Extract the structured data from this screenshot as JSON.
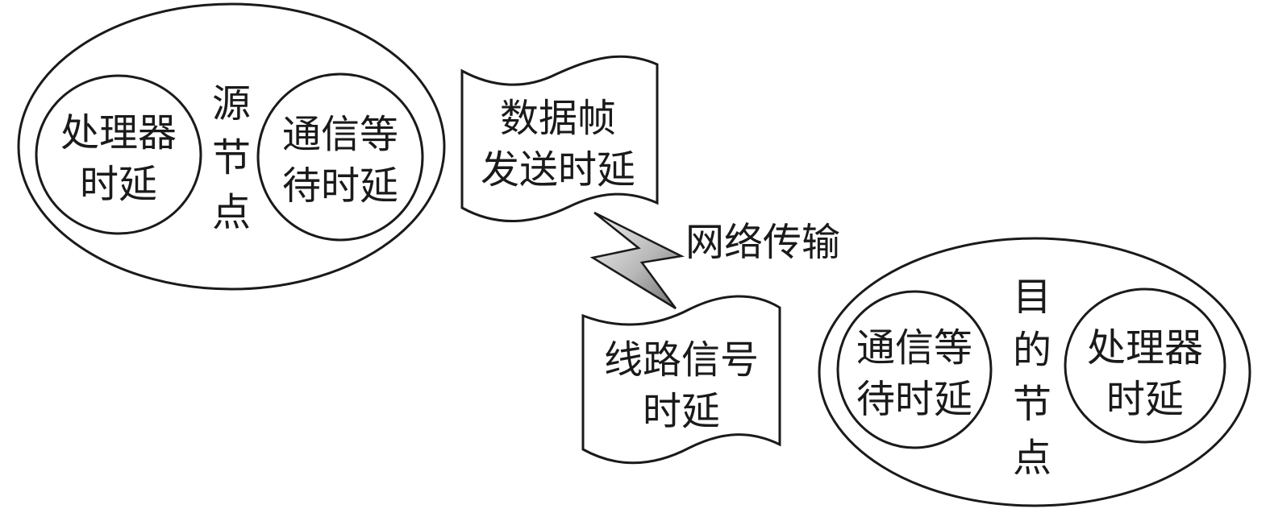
{
  "source_node": {
    "label": [
      "源",
      "节",
      "点"
    ],
    "processor_delay": [
      "处理器",
      "时延"
    ],
    "comm_wait_delay": [
      "通信等",
      "待时延"
    ]
  },
  "frame_send_delay": [
    "数据帧",
    "发送时延"
  ],
  "network_transmission": "网络传输",
  "line_signal_delay": [
    "线路信号",
    "时延"
  ],
  "dest_node": {
    "label": [
      "目",
      "的",
      "节",
      "点"
    ],
    "comm_wait_delay": [
      "通信等",
      "待时延"
    ],
    "processor_delay": [
      "处理器",
      "时延"
    ]
  },
  "colors": {
    "stroke": "#1a1a1a",
    "bolt_light": "#f2f2f2",
    "bolt_dark": "#6e6e6e"
  }
}
